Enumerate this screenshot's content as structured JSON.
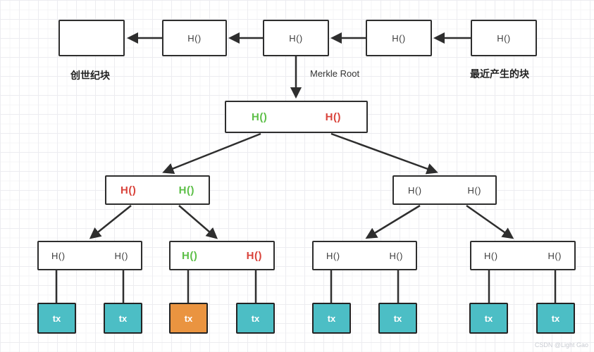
{
  "labels": {
    "genesis_block": "创世纪块",
    "merkle_root": "Merkle Root",
    "latest_block": "最近产生的块"
  },
  "chain": {
    "blocks": [
      {
        "label": ""
      },
      {
        "label": "H()"
      },
      {
        "label": "H()"
      },
      {
        "label": "H()"
      },
      {
        "label": "H()"
      }
    ]
  },
  "tree": {
    "root": {
      "left": {
        "text": "H()",
        "color": "green"
      },
      "right": {
        "text": "H()",
        "color": "red"
      }
    },
    "l2_left": {
      "left": {
        "text": "H()",
        "color": "red"
      },
      "right": {
        "text": "H()",
        "color": "green"
      }
    },
    "l2_right": {
      "left": {
        "text": "H()",
        "color": "black"
      },
      "right": {
        "text": "H()",
        "color": "black"
      }
    },
    "l3_1": {
      "left": {
        "text": "H()",
        "color": "black"
      },
      "right": {
        "text": "H()",
        "color": "black"
      }
    },
    "l3_2": {
      "left": {
        "text": "H()",
        "color": "green"
      },
      "right": {
        "text": "H()",
        "color": "red"
      }
    },
    "l3_3": {
      "left": {
        "text": "H()",
        "color": "black"
      },
      "right": {
        "text": "H()",
        "color": "black"
      }
    },
    "l3_4": {
      "left": {
        "text": "H()",
        "color": "black"
      },
      "right": {
        "text": "H()",
        "color": "black"
      }
    }
  },
  "transactions": [
    {
      "label": "tx",
      "variant": "teal"
    },
    {
      "label": "tx",
      "variant": "teal"
    },
    {
      "label": "tx",
      "variant": "orange"
    },
    {
      "label": "tx",
      "variant": "teal"
    },
    {
      "label": "tx",
      "variant": "teal"
    },
    {
      "label": "tx",
      "variant": "teal"
    },
    {
      "label": "tx",
      "variant": "teal"
    },
    {
      "label": "tx",
      "variant": "teal"
    }
  ],
  "colors": {
    "green": "#5cbf47",
    "red": "#d9433b",
    "black_hash": "#3d3d3d",
    "teal": "#4cbec5",
    "orange": "#ea9440",
    "stroke": "#2e2e2e"
  },
  "watermark": "CSDN @Light Gao"
}
